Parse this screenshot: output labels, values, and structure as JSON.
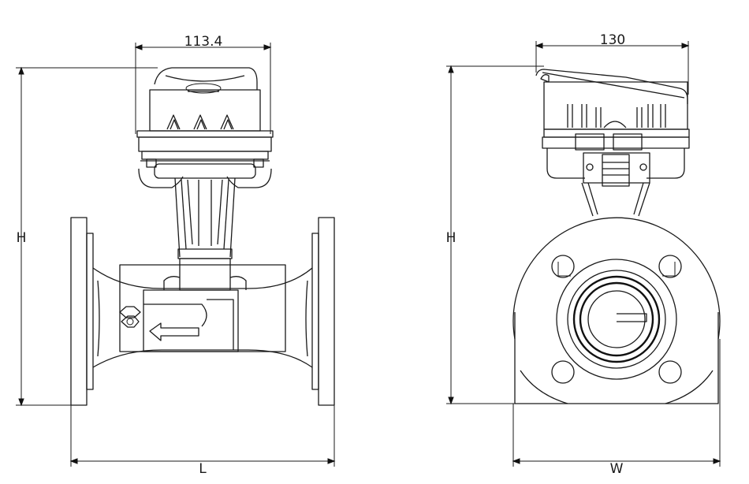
{
  "dimensions": {
    "front_actuator_width": "113.4",
    "side_actuator_width": "130",
    "front_height": "H",
    "side_height": "H",
    "length": "L",
    "width": "W"
  }
}
